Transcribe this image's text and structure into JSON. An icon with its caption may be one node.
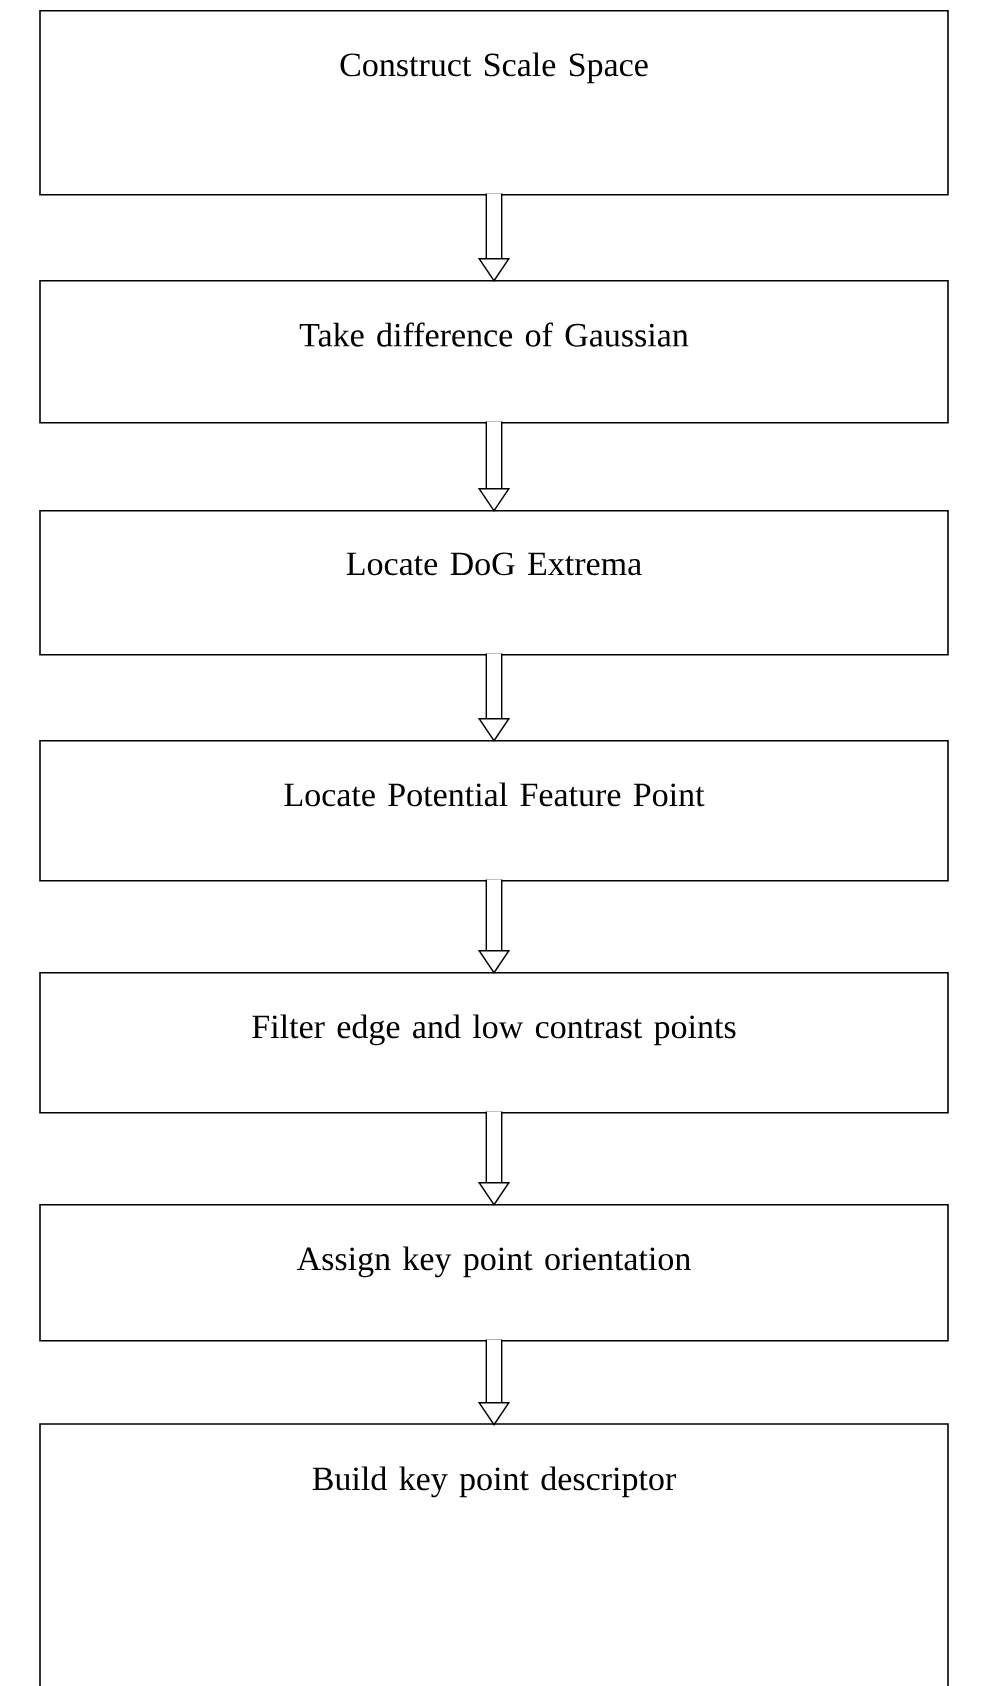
{
  "diagram": {
    "nodes": [
      {
        "text": [
          "Construct Scale Space"
        ]
      },
      {
        "text": [
          "Take difference of Gaussian"
        ]
      },
      {
        "text": [
          "Locate DoG Extrema"
        ]
      },
      {
        "text": [
          "Locate Potential Feature Point"
        ]
      },
      {
        "text": [
          "Filter edge and low contrast points"
        ]
      },
      {
        "text": [
          "Assign key point orientation"
        ]
      },
      {
        "text": [
          "Build key point descriptor"
        ]
      }
    ],
    "edges": [
      {
        "from": 0,
        "to": 1,
        "arrow": "to"
      },
      {
        "from": 1,
        "to": 2,
        "arrow": "to"
      },
      {
        "from": 2,
        "to": 3,
        "arrow": "to"
      },
      {
        "from": 3,
        "to": 4,
        "arrow": "to"
      },
      {
        "from": 4,
        "to": 5,
        "arrow": "to"
      },
      {
        "from": 5,
        "to": 6,
        "arrow": "to"
      }
    ]
  }
}
